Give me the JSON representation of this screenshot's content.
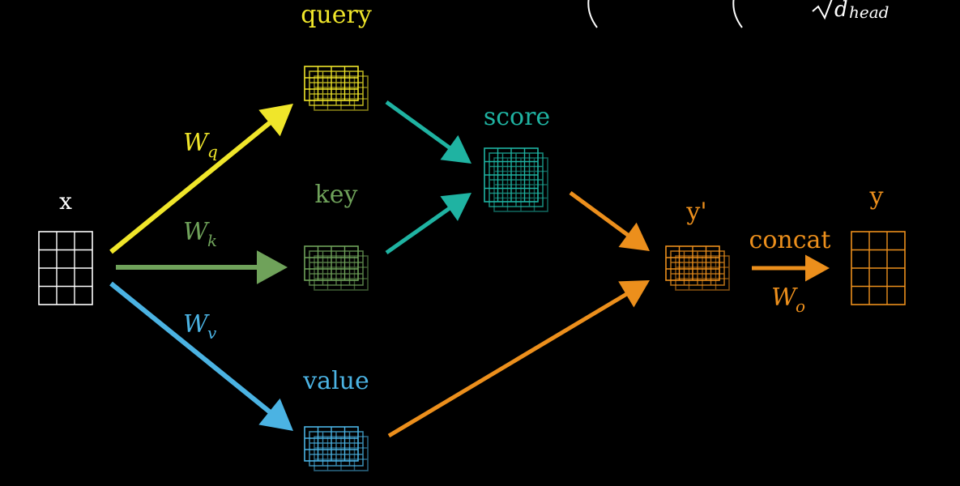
{
  "colors": {
    "background": "#000000",
    "white": "#ffffff",
    "query": "#f0e62a",
    "key": "#6fa25a",
    "score": "#1fb3a2",
    "value": "#4bb3e3",
    "output": "#ec8f1c"
  },
  "labels": {
    "x": "x",
    "query": "query",
    "key": "key",
    "value": "value",
    "score": "score",
    "y_prime": "y'",
    "concat": "concat",
    "y": "y"
  },
  "weights": {
    "q": {
      "symbol": "W",
      "sub": "q"
    },
    "k": {
      "symbol": "W",
      "sub": "k"
    },
    "v": {
      "symbol": "W",
      "sub": "v"
    },
    "o": {
      "symbol": "W",
      "sub": "o"
    }
  },
  "formula_fragment": {
    "symbol": "d",
    "sub": "head"
  }
}
